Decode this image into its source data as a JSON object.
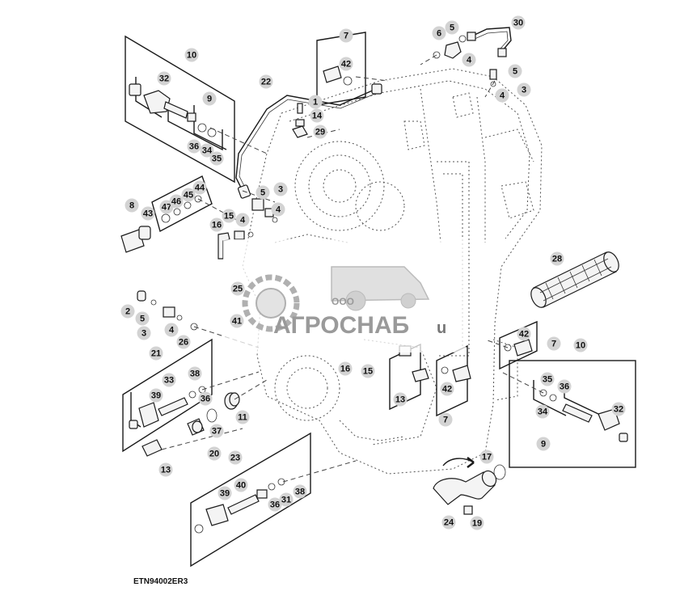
{
  "figure": {
    "id": "ETN94002ER3"
  },
  "watermark": {
    "company_prefix": "ООО",
    "company_name": "АГРОСНАБ",
    "domain_suffix": "u"
  },
  "callouts": [
    {
      "label": "10"
    },
    {
      "label": "32"
    },
    {
      "label": "9"
    },
    {
      "label": "36"
    },
    {
      "label": "34"
    },
    {
      "label": "35"
    },
    {
      "label": "7"
    },
    {
      "label": "42"
    },
    {
      "label": "22"
    },
    {
      "label": "1"
    },
    {
      "label": "14"
    },
    {
      "label": "29"
    },
    {
      "label": "6"
    },
    {
      "label": "5"
    },
    {
      "label": "30"
    },
    {
      "label": "4"
    },
    {
      "label": "5"
    },
    {
      "label": "3"
    },
    {
      "label": "4"
    },
    {
      "label": "8"
    },
    {
      "label": "43"
    },
    {
      "label": "47"
    },
    {
      "label": "46"
    },
    {
      "label": "45"
    },
    {
      "label": "44"
    },
    {
      "label": "16"
    },
    {
      "label": "15"
    },
    {
      "label": "4"
    },
    {
      "label": "5"
    },
    {
      "label": "3"
    },
    {
      "label": "4"
    },
    {
      "label": "28"
    },
    {
      "label": "25"
    },
    {
      "label": "41"
    },
    {
      "label": "2"
    },
    {
      "label": "5"
    },
    {
      "label": "3"
    },
    {
      "label": "4"
    },
    {
      "label": "26"
    },
    {
      "label": "21"
    },
    {
      "label": "33"
    },
    {
      "label": "38"
    },
    {
      "label": "36"
    },
    {
      "label": "39"
    },
    {
      "label": "11"
    },
    {
      "label": "37"
    },
    {
      "label": "20"
    },
    {
      "label": "13"
    },
    {
      "label": "16"
    },
    {
      "label": "15"
    },
    {
      "label": "13"
    },
    {
      "label": "42"
    },
    {
      "label": "7"
    },
    {
      "label": "42"
    },
    {
      "label": "7"
    },
    {
      "label": "10"
    },
    {
      "label": "35"
    },
    {
      "label": "36"
    },
    {
      "label": "34"
    },
    {
      "label": "32"
    },
    {
      "label": "9"
    },
    {
      "label": "17"
    },
    {
      "label": "24"
    },
    {
      "label": "19"
    },
    {
      "label": "23"
    },
    {
      "label": "40"
    },
    {
      "label": "39"
    },
    {
      "label": "36"
    },
    {
      "label": "31"
    },
    {
      "label": "38"
    }
  ]
}
